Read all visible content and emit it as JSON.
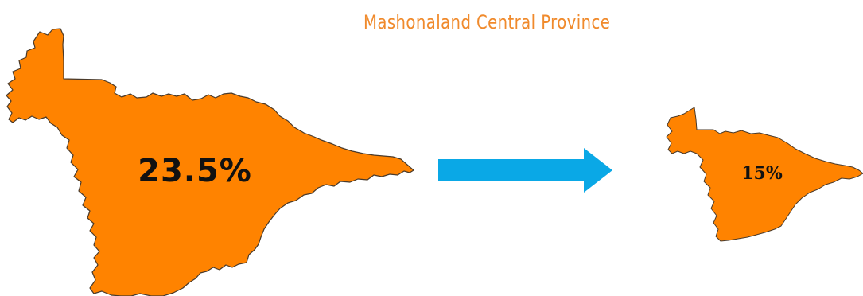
{
  "title": "Mashonaland Central Province",
  "map_left": {
    "label": "23.5%"
  },
  "map_right": {
    "label": "15%"
  },
  "colors": {
    "title": "#f08a2c",
    "province_fill": "#ff8300",
    "province_stroke": "#4a3a2a",
    "arrow": "#0aa8e6",
    "label_text": "#111111"
  }
}
